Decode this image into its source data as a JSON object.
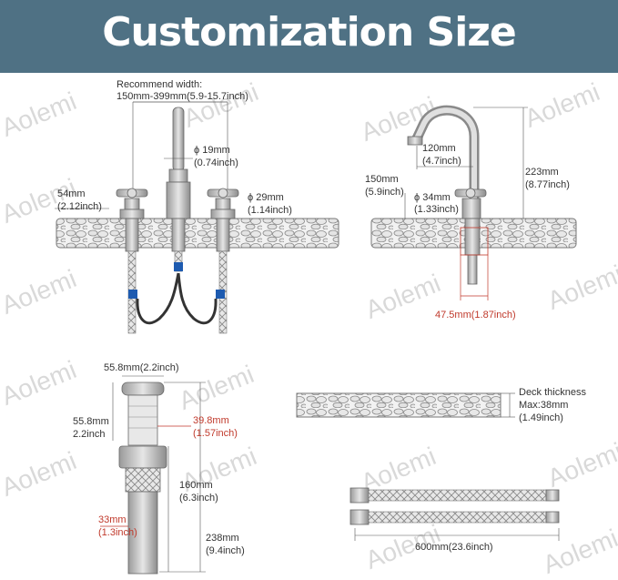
{
  "header": {
    "title": "Customization Size"
  },
  "watermark": "Aolemi",
  "faucet_front": {
    "recommend_line1": "Recommend width:",
    "recommend_line2": "150mm-399mm(5.9-15.7inch)",
    "spout_dia_mm": "ϕ 19mm",
    "spout_dia_in": "(0.74inch)",
    "handle_height_mm": "54mm",
    "handle_height_in": "(2.12inch)",
    "base_dia_mm": "ϕ 29mm",
    "base_dia_in": "(1.14inch)"
  },
  "faucet_side": {
    "reach_mm": "120mm",
    "reach_in": "(4.7inch)",
    "handle_h_mm": "150mm",
    "handle_h_in": "(5.9inch)",
    "height_mm": "223mm",
    "height_in": "(8.77inch)",
    "shank_dia_mm": "ϕ 34mm",
    "shank_dia_in": "(1.33inch)",
    "thread_width": "47.5mm(1.87inch)"
  },
  "drain": {
    "cap_width": "55.8mm(2.2inch)",
    "cap_height_mm": "55.8mm",
    "cap_height_in": "2.2inch",
    "body_dia_mm": "39.8mm",
    "body_dia_in": "(1.57inch)",
    "tail_mm": "160mm",
    "tail_in": "(6.3inch)",
    "pipe_dia_mm": "33mm",
    "pipe_dia_in": "(1.3inch)",
    "total_mm": "238mm",
    "total_in": "(9.4inch)"
  },
  "deck": {
    "label": "Deck thickness",
    "max_mm": "Max:38mm",
    "max_in": "(1.49inch)"
  },
  "hose": {
    "length": "600mm(23.6inch)"
  },
  "colors": {
    "banner": "#4f7184",
    "accent_red": "#c0392b",
    "blue_connector": "#1e5bb0"
  }
}
